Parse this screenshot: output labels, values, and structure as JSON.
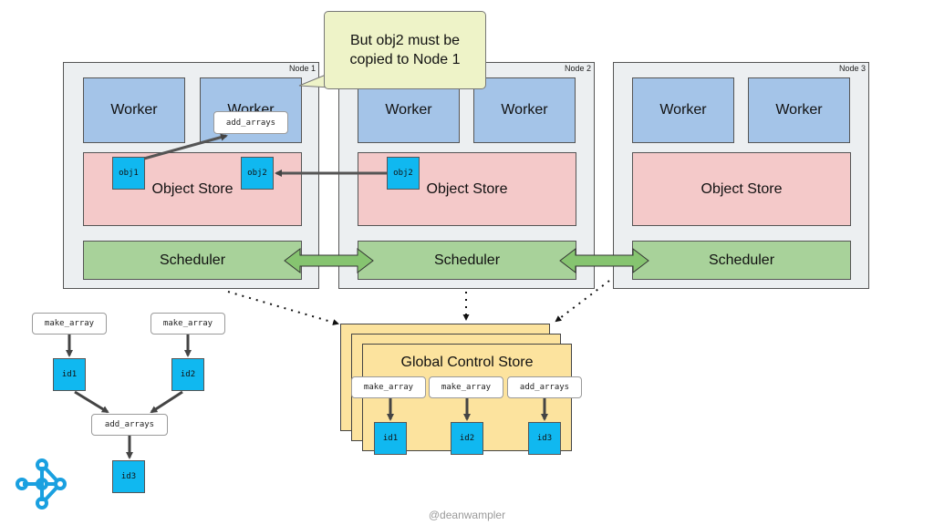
{
  "nodes": [
    {
      "label": "Node 1",
      "workers": [
        "Worker",
        "Worker"
      ],
      "object_store": "Object Store",
      "scheduler": "Scheduler",
      "objects": [
        "obj1",
        "obj2"
      ],
      "task": "add_arrays"
    },
    {
      "label": "Node 2",
      "workers": [
        "Worker",
        "Worker"
      ],
      "object_store": "Object Store",
      "scheduler": "Scheduler",
      "objects": [
        "obj2"
      ]
    },
    {
      "label": "Node 3",
      "workers": [
        "Worker",
        "Worker"
      ],
      "object_store": "Object Store",
      "scheduler": "Scheduler"
    }
  ],
  "callout": "But obj2 must be\ncopied to Node 1",
  "gcs": {
    "title": "Global Control Store",
    "tasks": [
      "make_array",
      "make_array",
      "add_arrays"
    ],
    "ids": [
      "id1",
      "id2",
      "id3"
    ]
  },
  "dag": {
    "tasks": [
      "make_array",
      "make_array",
      "add_arrays"
    ],
    "ids": [
      "id1",
      "id2",
      "id3"
    ]
  },
  "footer": "@deanwampler",
  "colors": {
    "worker": "#a4c4e8",
    "object_store": "#f4c9c9",
    "scheduler": "#a8d29a",
    "object": "#10b8f0",
    "gcs": "#fce39e",
    "callout": "#eef3c8",
    "logo": "#1aa0e0"
  }
}
